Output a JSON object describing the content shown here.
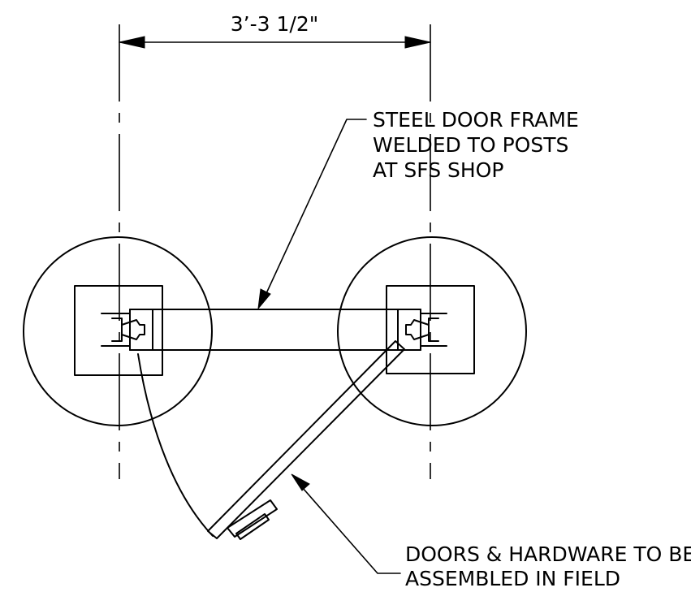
{
  "dimension": {
    "text": "3’-3 1/2\""
  },
  "callouts": {
    "frame": {
      "lines": [
        "STEEL DOOR FRAME",
        "WELDED TO POSTS",
        "AT SFS SHOP"
      ]
    },
    "doors": {
      "lines": [
        "DOORS & HARDWARE TO BE",
        "ASSEMBLED IN FIELD"
      ]
    }
  }
}
